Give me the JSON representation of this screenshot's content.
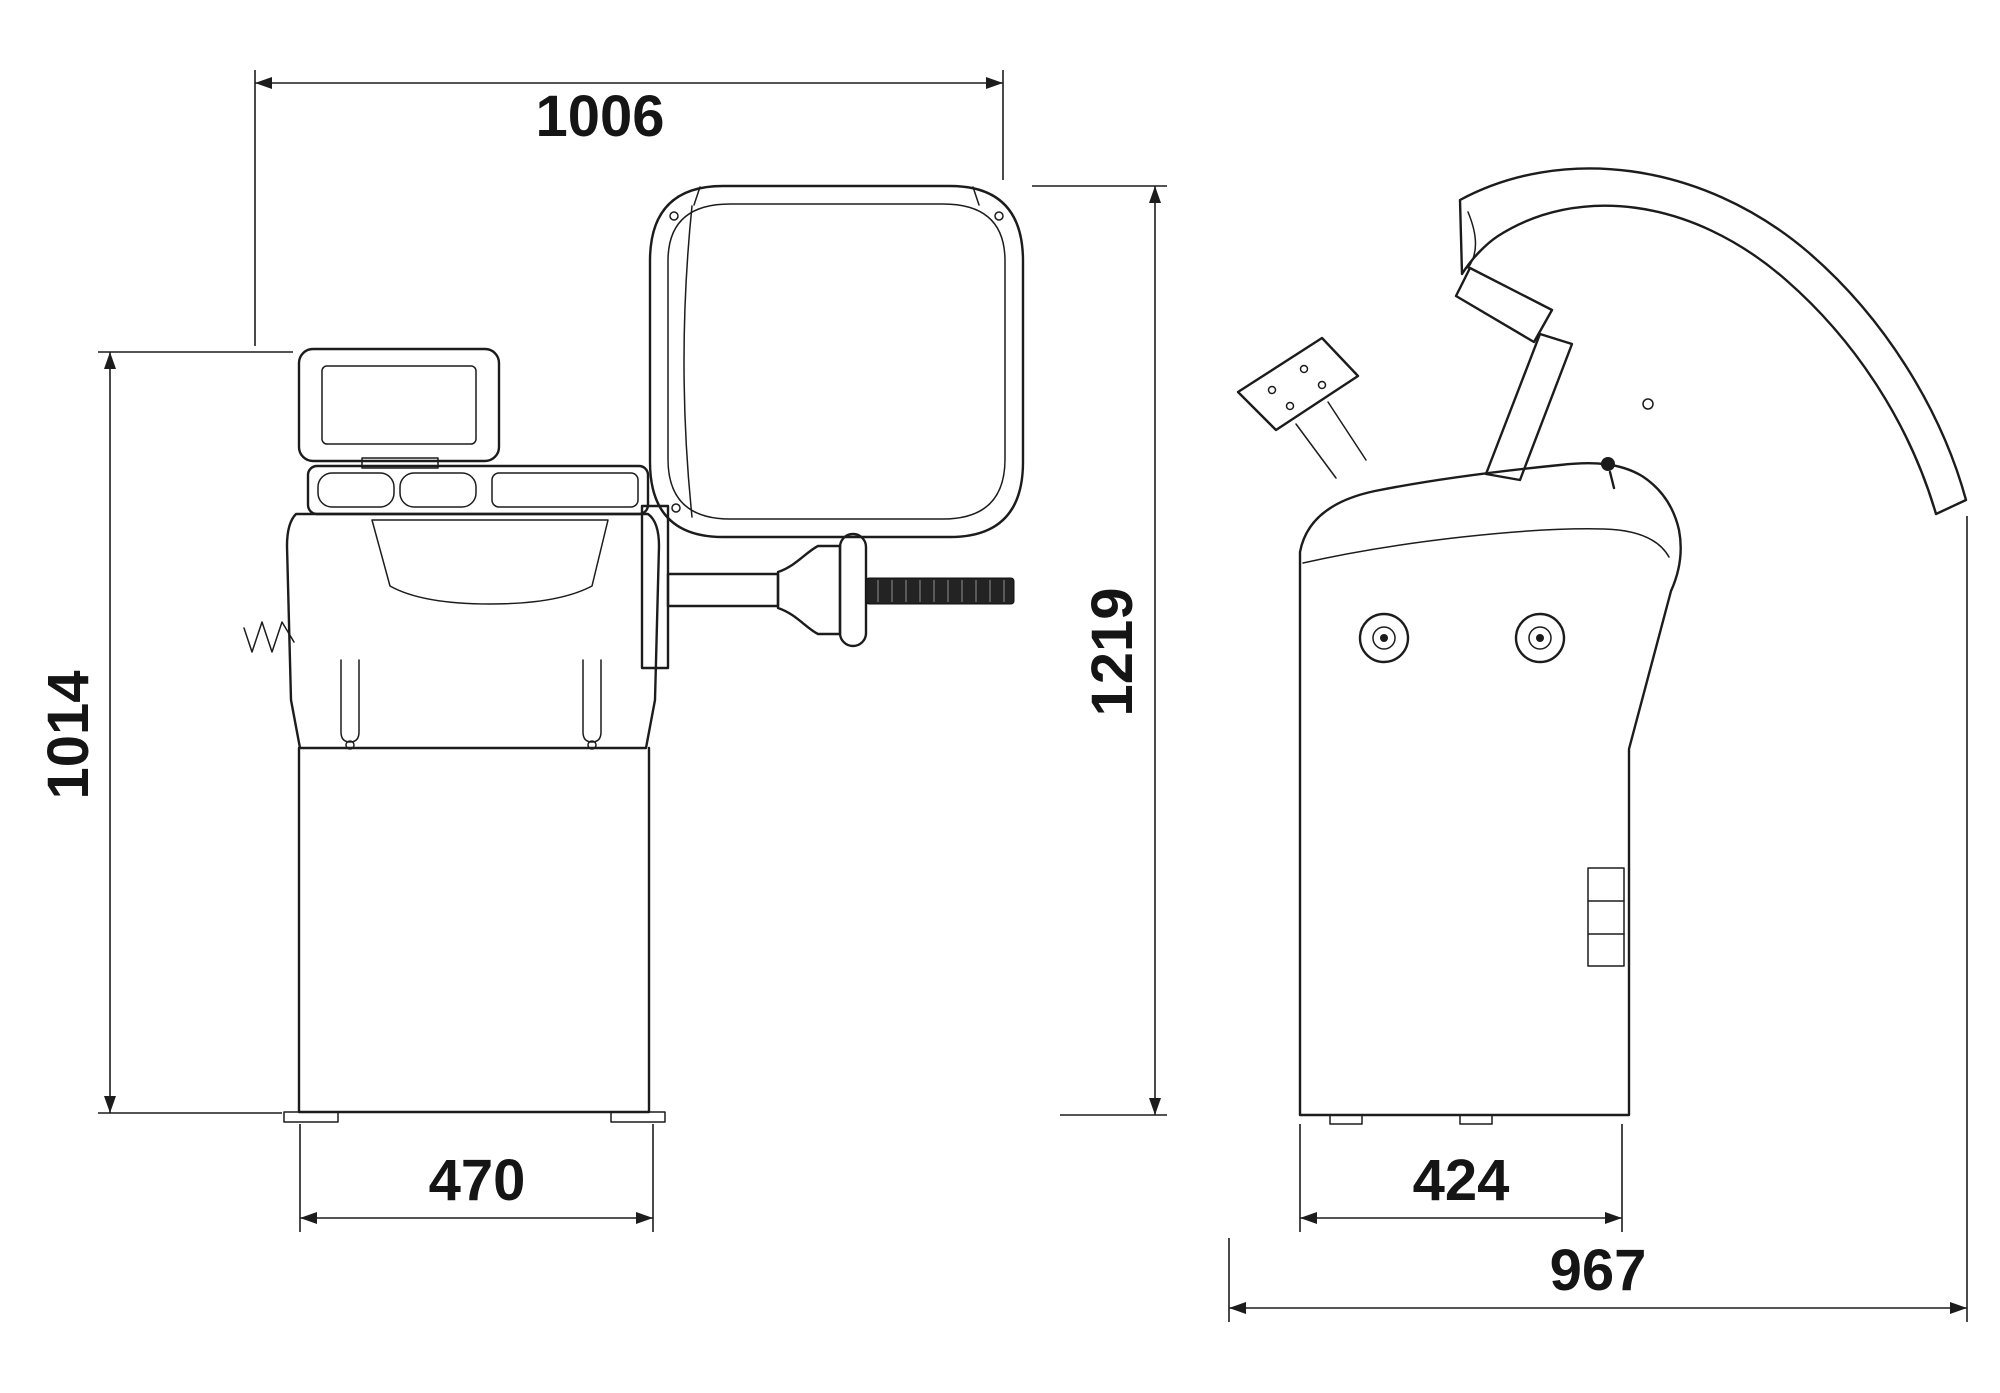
{
  "drawing": {
    "name": "wheel-balancer-dimensional-drawing",
    "dims": {
      "front_width": "1006",
      "front_height_left": "1014",
      "front_height_right": "1219",
      "front_base_width": "470",
      "side_base_depth": "424",
      "side_overall_depth": "967"
    }
  }
}
